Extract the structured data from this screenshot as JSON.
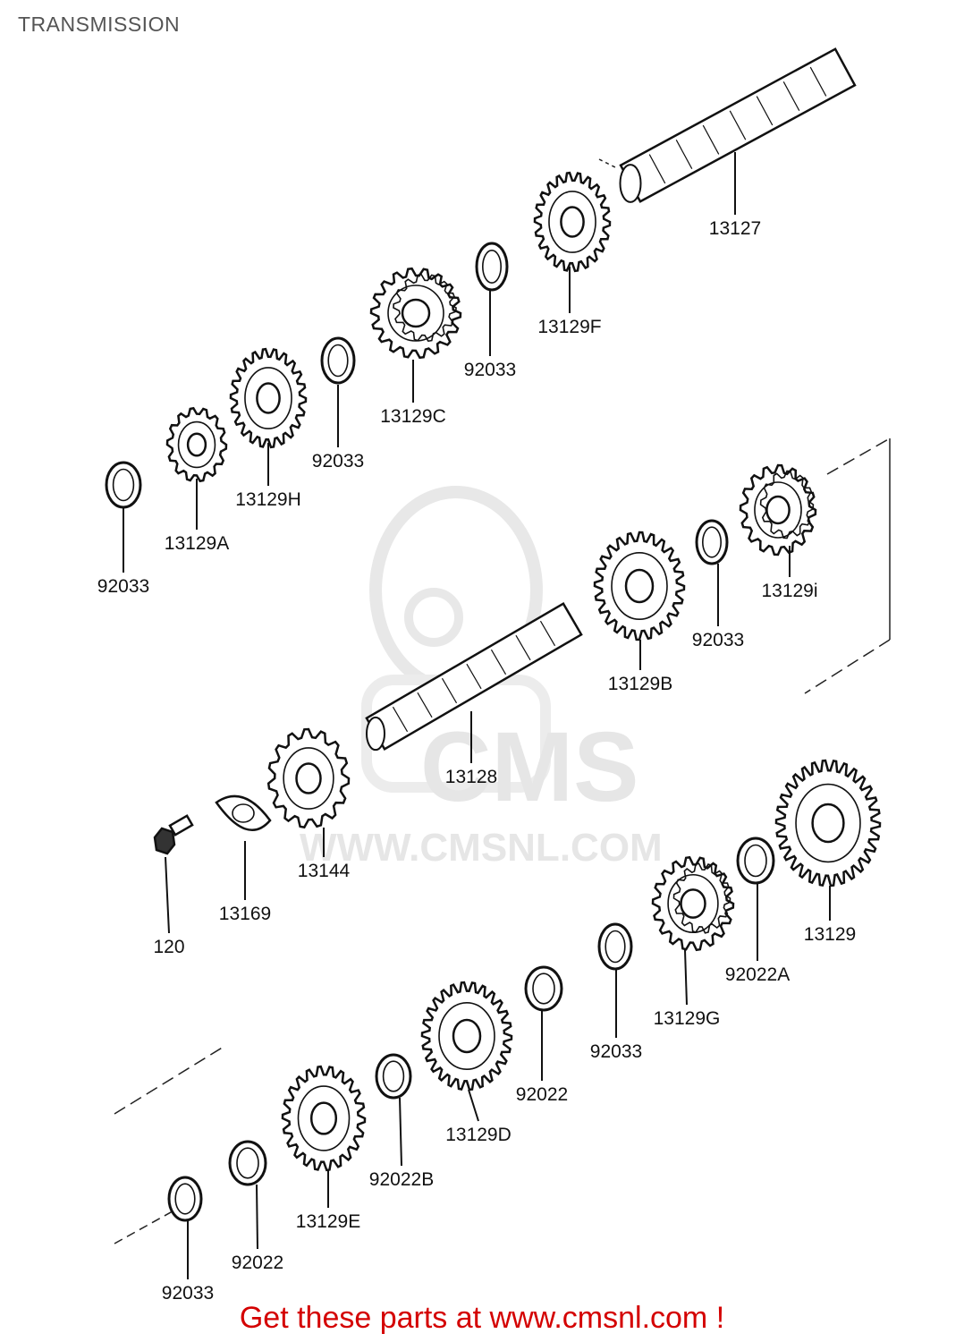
{
  "page": {
    "title": "TRANSMISSION",
    "footer": "Get these parts at www.cmsnl.com !"
  },
  "watermark": {
    "brand": "CMS",
    "url": "WWW.CMSNL.COM"
  },
  "parts": [
    {
      "id": "p01",
      "number": "13127",
      "kind": "shaft"
    },
    {
      "id": "p02",
      "number": "13129F",
      "kind": "gear"
    },
    {
      "id": "p03",
      "number": "92033",
      "kind": "circlip"
    },
    {
      "id": "p04",
      "number": "13129C",
      "kind": "gear"
    },
    {
      "id": "p05",
      "number": "92033",
      "kind": "circlip"
    },
    {
      "id": "p06",
      "number": "13129H",
      "kind": "gear"
    },
    {
      "id": "p07",
      "number": "13129A",
      "kind": "gear"
    },
    {
      "id": "p08",
      "number": "92033",
      "kind": "circlip"
    },
    {
      "id": "p09",
      "number": "13129i",
      "kind": "gear"
    },
    {
      "id": "p10",
      "number": "92033",
      "kind": "circlip"
    },
    {
      "id": "p11",
      "number": "13129B",
      "kind": "gear"
    },
    {
      "id": "p12",
      "number": "13128",
      "kind": "shaft"
    },
    {
      "id": "p13",
      "number": "13144",
      "kind": "sprocket"
    },
    {
      "id": "p14",
      "number": "13169",
      "kind": "plate"
    },
    {
      "id": "p15",
      "number": "120",
      "kind": "bolt"
    },
    {
      "id": "p16",
      "number": "13129",
      "kind": "gear"
    },
    {
      "id": "p17",
      "number": "92022A",
      "kind": "washer"
    },
    {
      "id": "p18",
      "number": "13129G",
      "kind": "gear"
    },
    {
      "id": "p19",
      "number": "92033",
      "kind": "circlip"
    },
    {
      "id": "p20",
      "number": "92022",
      "kind": "washer"
    },
    {
      "id": "p21",
      "number": "13129D",
      "kind": "gear"
    },
    {
      "id": "p22",
      "number": "92022B",
      "kind": "washer"
    },
    {
      "id": "p23",
      "number": "13129E",
      "kind": "gear"
    },
    {
      "id": "p24",
      "number": "92022",
      "kind": "washer"
    },
    {
      "id": "p25",
      "number": "92033",
      "kind": "circlip"
    }
  ]
}
